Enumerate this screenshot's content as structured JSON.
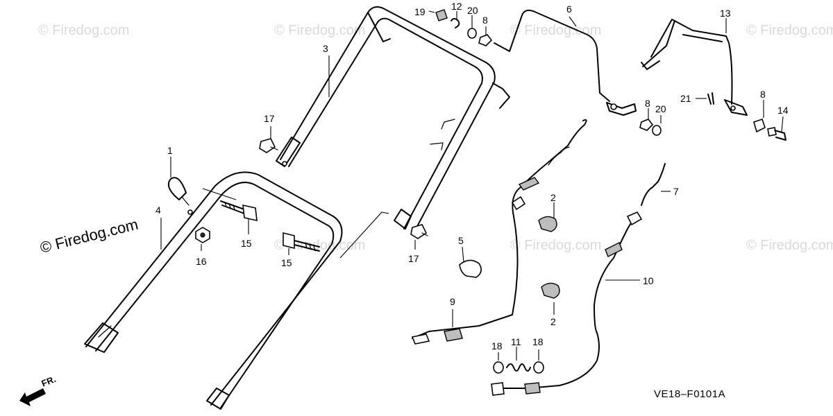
{
  "diagram": {
    "code": "VE18–F0101A",
    "front_marker": "FR.",
    "watermark": "© Firedog.com"
  },
  "callouts": {
    "c1": "1",
    "c2a": "2",
    "c2b": "2",
    "c3": "3",
    "c4": "4",
    "c5": "5",
    "c6": "6",
    "c7": "7",
    "c8a": "8",
    "c8b": "8",
    "c8c": "8",
    "c9": "9",
    "c10": "10",
    "c11": "11",
    "c12": "12",
    "c13": "13",
    "c14": "14",
    "c15a": "15",
    "c15b": "15",
    "c16": "16",
    "c17a": "17",
    "c17b": "17",
    "c18a": "18",
    "c18b": "18",
    "c19": "19",
    "c20a": "20",
    "c20b": "20",
    "c21": "21"
  }
}
